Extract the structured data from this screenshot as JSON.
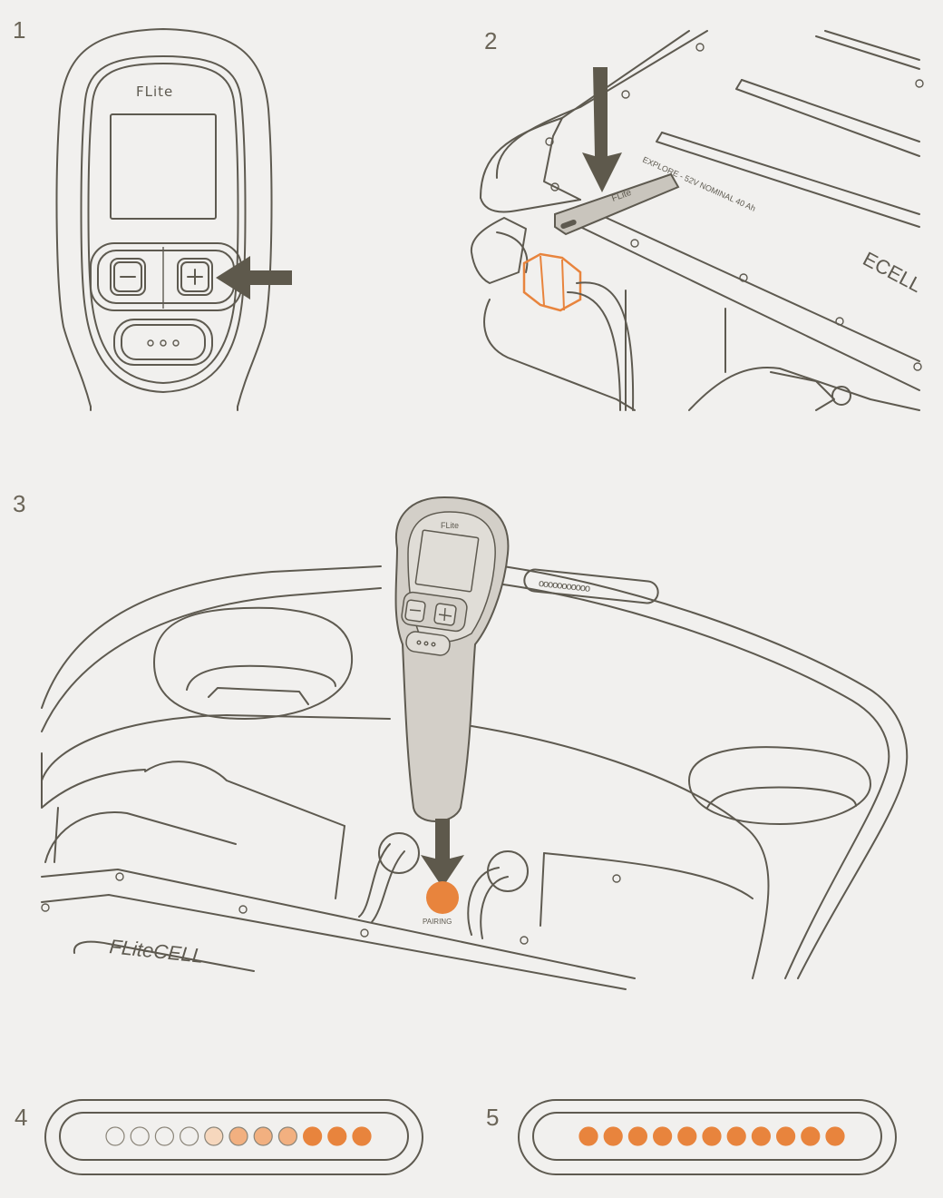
{
  "steps": [
    {
      "number": "1"
    },
    {
      "number": "2"
    },
    {
      "number": "3"
    },
    {
      "number": "4"
    },
    {
      "number": "5"
    }
  ],
  "brand": {
    "controller_logo": "FLite",
    "battery_logo": "FLiteCELL",
    "battery_label": "EXPLORE - 52V NOMINAL 40 Ah"
  },
  "step3": {
    "pairing_label": "PAIRING"
  },
  "colors": {
    "accent": "#e8843d",
    "accent_light": "#f6d7bd",
    "accent_mid": "#f2b080",
    "line": "#5e5a50",
    "arrow": "#5e594c",
    "controller_fill": "#d3cfc8",
    "background": "#f1f0ee"
  },
  "led_bars": [
    {
      "step": "4",
      "total": 11,
      "lit": 7,
      "states": [
        "off",
        "off",
        "off",
        "off",
        "light",
        "mid",
        "mid",
        "mid",
        "full",
        "full",
        "full"
      ]
    },
    {
      "step": "5",
      "total": 11,
      "lit": 11,
      "states": [
        "full",
        "full",
        "full",
        "full",
        "full",
        "full",
        "full",
        "full",
        "full",
        "full",
        "full"
      ]
    }
  ]
}
